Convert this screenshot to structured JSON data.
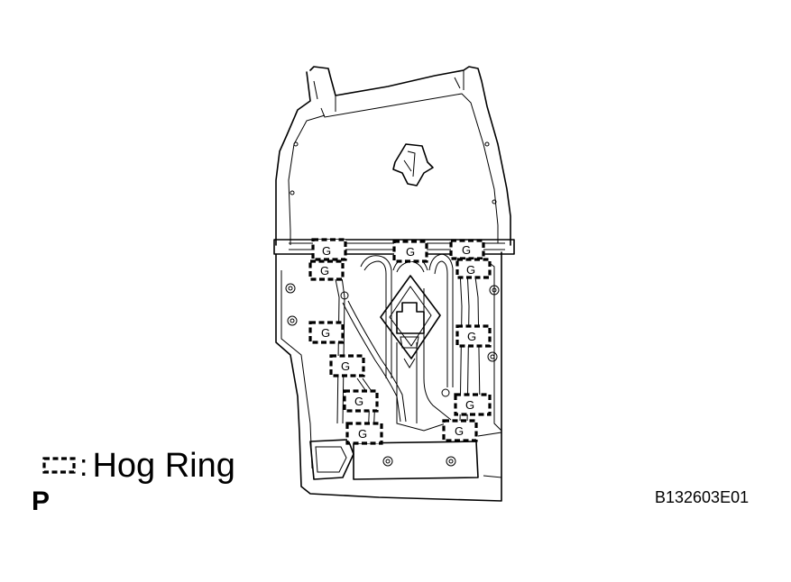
{
  "legend": {
    "symbol_icon": "hog-ring-marker-icon",
    "label": "Hog Ring"
  },
  "reference_letter": "P",
  "figure_code": "B132603E01",
  "colors": {
    "line": "#000000",
    "background": "#ffffff"
  }
}
